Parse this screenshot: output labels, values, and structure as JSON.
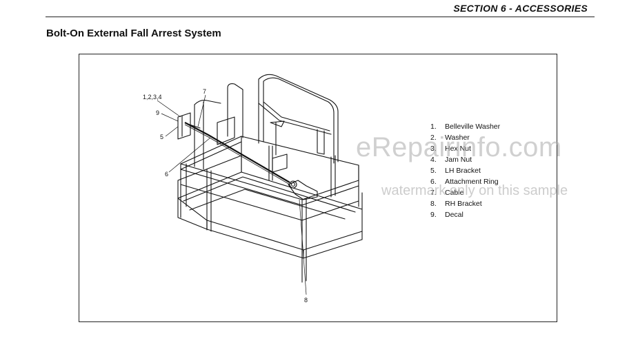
{
  "header": {
    "section": "SECTION 6 - ACCESSORIES"
  },
  "page": {
    "title": "Bolt-On External Fall Arrest System"
  },
  "figure": {
    "callouts": {
      "c1234": "1,2,3,4",
      "c7": "7",
      "c9": "9",
      "c5": "5",
      "c6": "6",
      "c8": "8"
    },
    "legend": [
      {
        "num": "1.",
        "label": "Belleville Washer"
      },
      {
        "num": "2.",
        "label": "Washer"
      },
      {
        "num": "3.",
        "label": "Hex Nut"
      },
      {
        "num": "4.",
        "label": "Jam Nut"
      },
      {
        "num": "5.",
        "label": "LH Bracket"
      },
      {
        "num": "6.",
        "label": "Attachment Ring"
      },
      {
        "num": "7.",
        "label": "Cable"
      },
      {
        "num": "8.",
        "label": "RH Bracket"
      },
      {
        "num": "9.",
        "label": "Decal"
      }
    ]
  },
  "watermark": {
    "site": "eRepairinfo.com",
    "notice": "watermark only on this sample"
  }
}
